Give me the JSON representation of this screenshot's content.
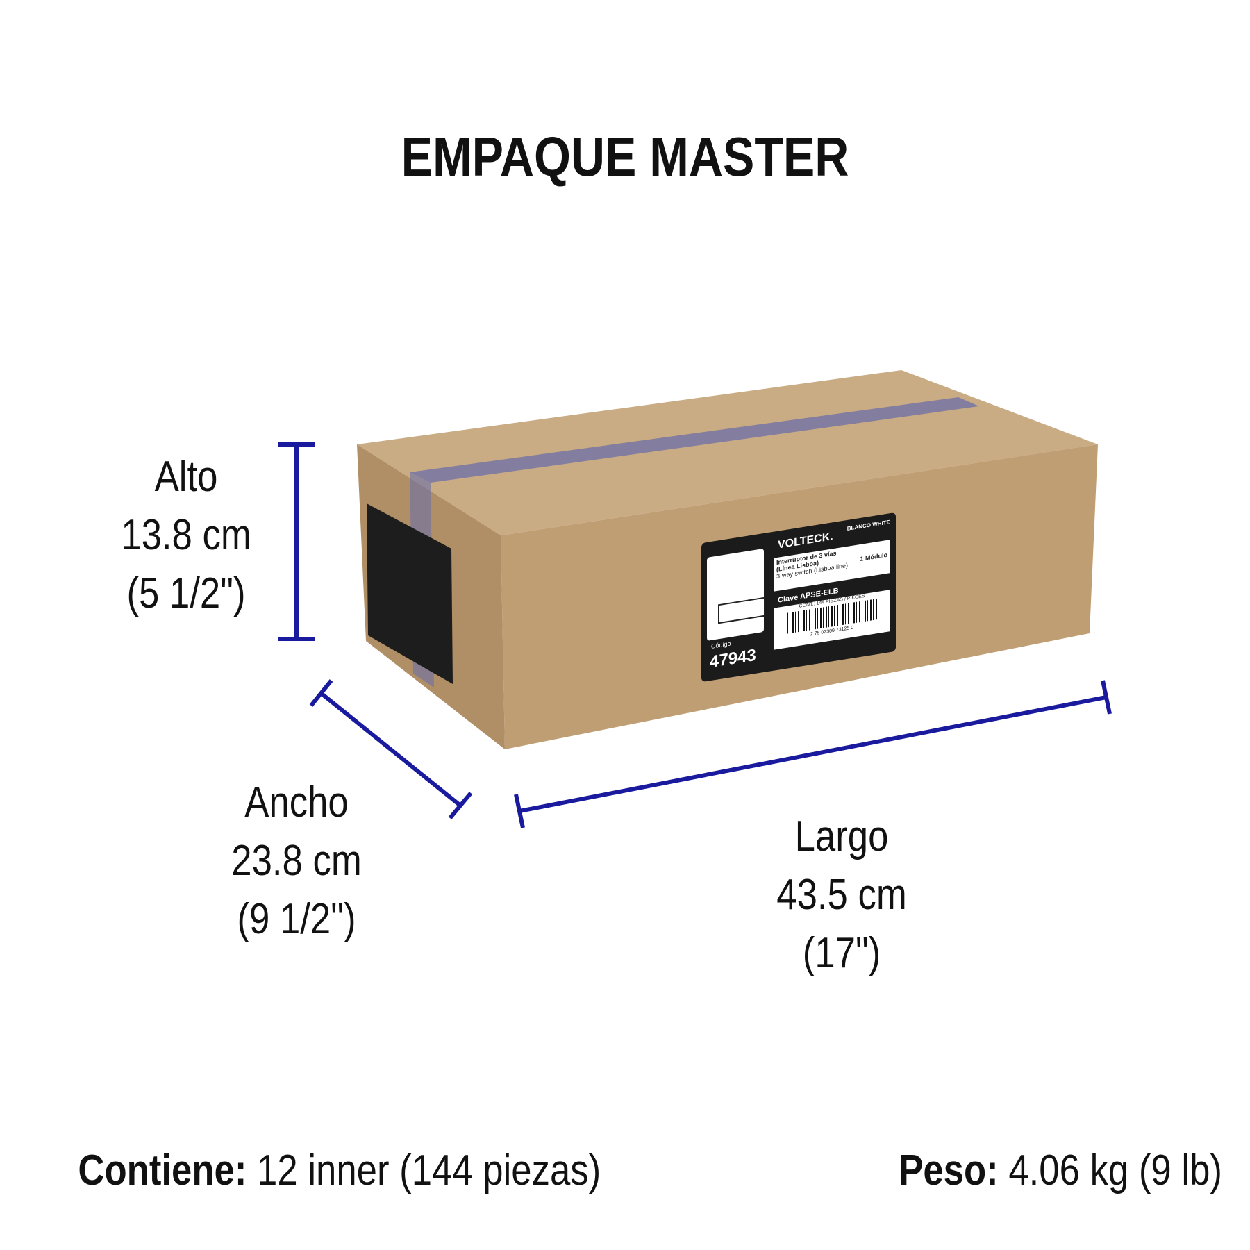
{
  "title": "EMPAQUE MASTER",
  "dimensions": {
    "alto": {
      "label": "Alto",
      "metric": "13.8 cm",
      "imperial": "(5 1/2\")"
    },
    "ancho": {
      "label": "Ancho",
      "metric": "23.8 cm",
      "imperial": "(9 1/2\")"
    },
    "largo": {
      "label": "Largo",
      "metric": "43.5 cm",
      "imperial": "(17\")"
    }
  },
  "contents": {
    "label": "Contiene:",
    "value": "12 inner (144 piezas)"
  },
  "weight": {
    "label": "Peso:",
    "value": "4.06 kg (9 lb)"
  },
  "box_label": {
    "brand": "VOLTECK.",
    "color": "BLANCO WHITE",
    "line1": "Interruptor de 3 vías",
    "line2": "(Línea Lisboa)",
    "line3": "3-way switch (Lisboa line)",
    "modules": "1 Módulo",
    "clave": "Clave APSE-ELB",
    "cont": "CONT.: 144 PIEZAS / PIECES",
    "barcode": "2 75 02309 73125 0",
    "codigo_label": "Código",
    "codigo": "47943"
  },
  "colors": {
    "accent": "#1a1a9e",
    "cardboard": "#c2a27a"
  }
}
